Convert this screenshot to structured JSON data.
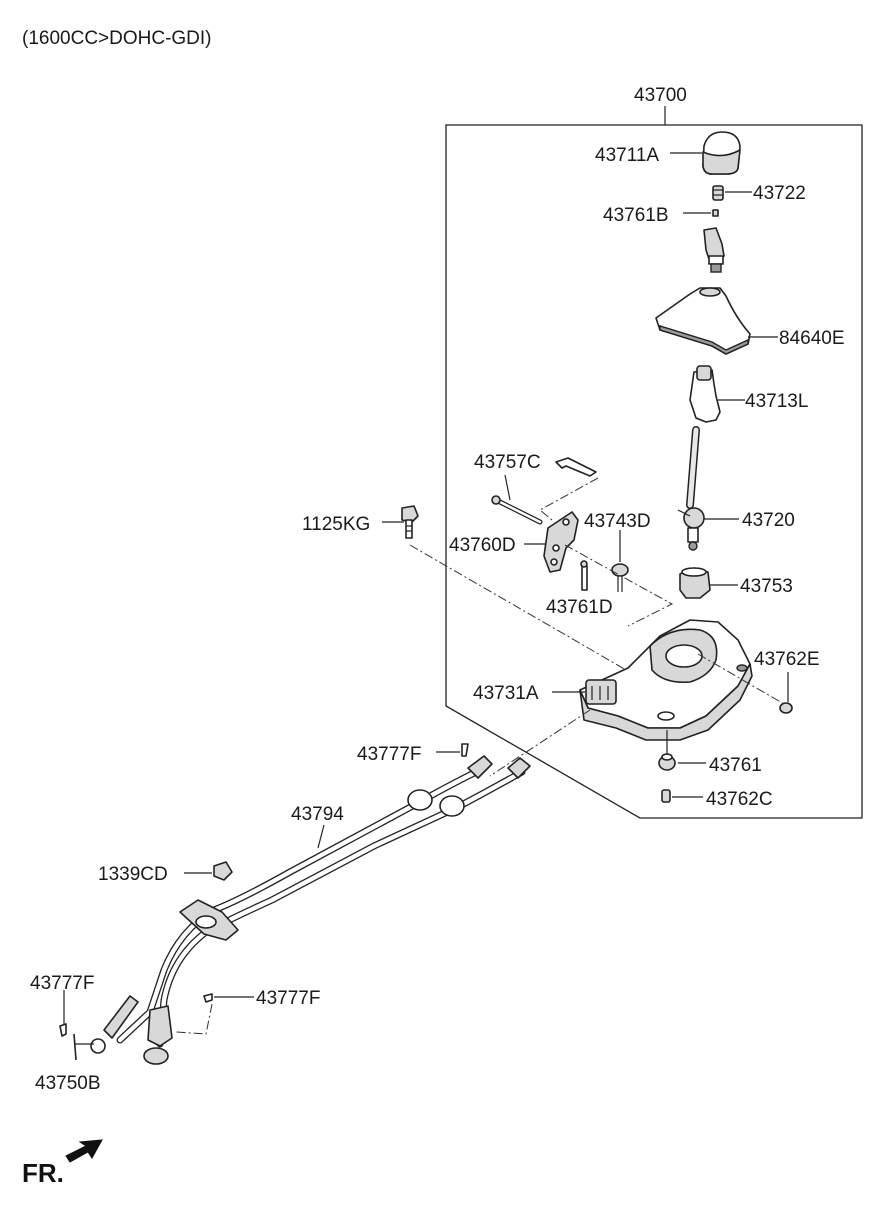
{
  "title": "(1600CC>DOHC-GDI)",
  "direction_label": "FR.",
  "parts": {
    "p43700": "43700",
    "p43711A": "43711A",
    "p43722": "43722",
    "p43761B": "43761B",
    "p84640E": "84640E",
    "p43713L": "43713L",
    "p43757C": "43757C",
    "p1125KG": "1125KG",
    "p43743D": "43743D",
    "p43720": "43720",
    "p43760D": "43760D",
    "p43753": "43753",
    "p43761D": "43761D",
    "p43762E": "43762E",
    "p43731A": "43731A",
    "p43777F_a": "43777F",
    "p43761": "43761",
    "p43794": "43794",
    "p43762C": "43762C",
    "p1339CD": "1339CD",
    "p43777F_b": "43777F",
    "p43777F_c": "43777F",
    "p43750B": "43750B"
  }
}
